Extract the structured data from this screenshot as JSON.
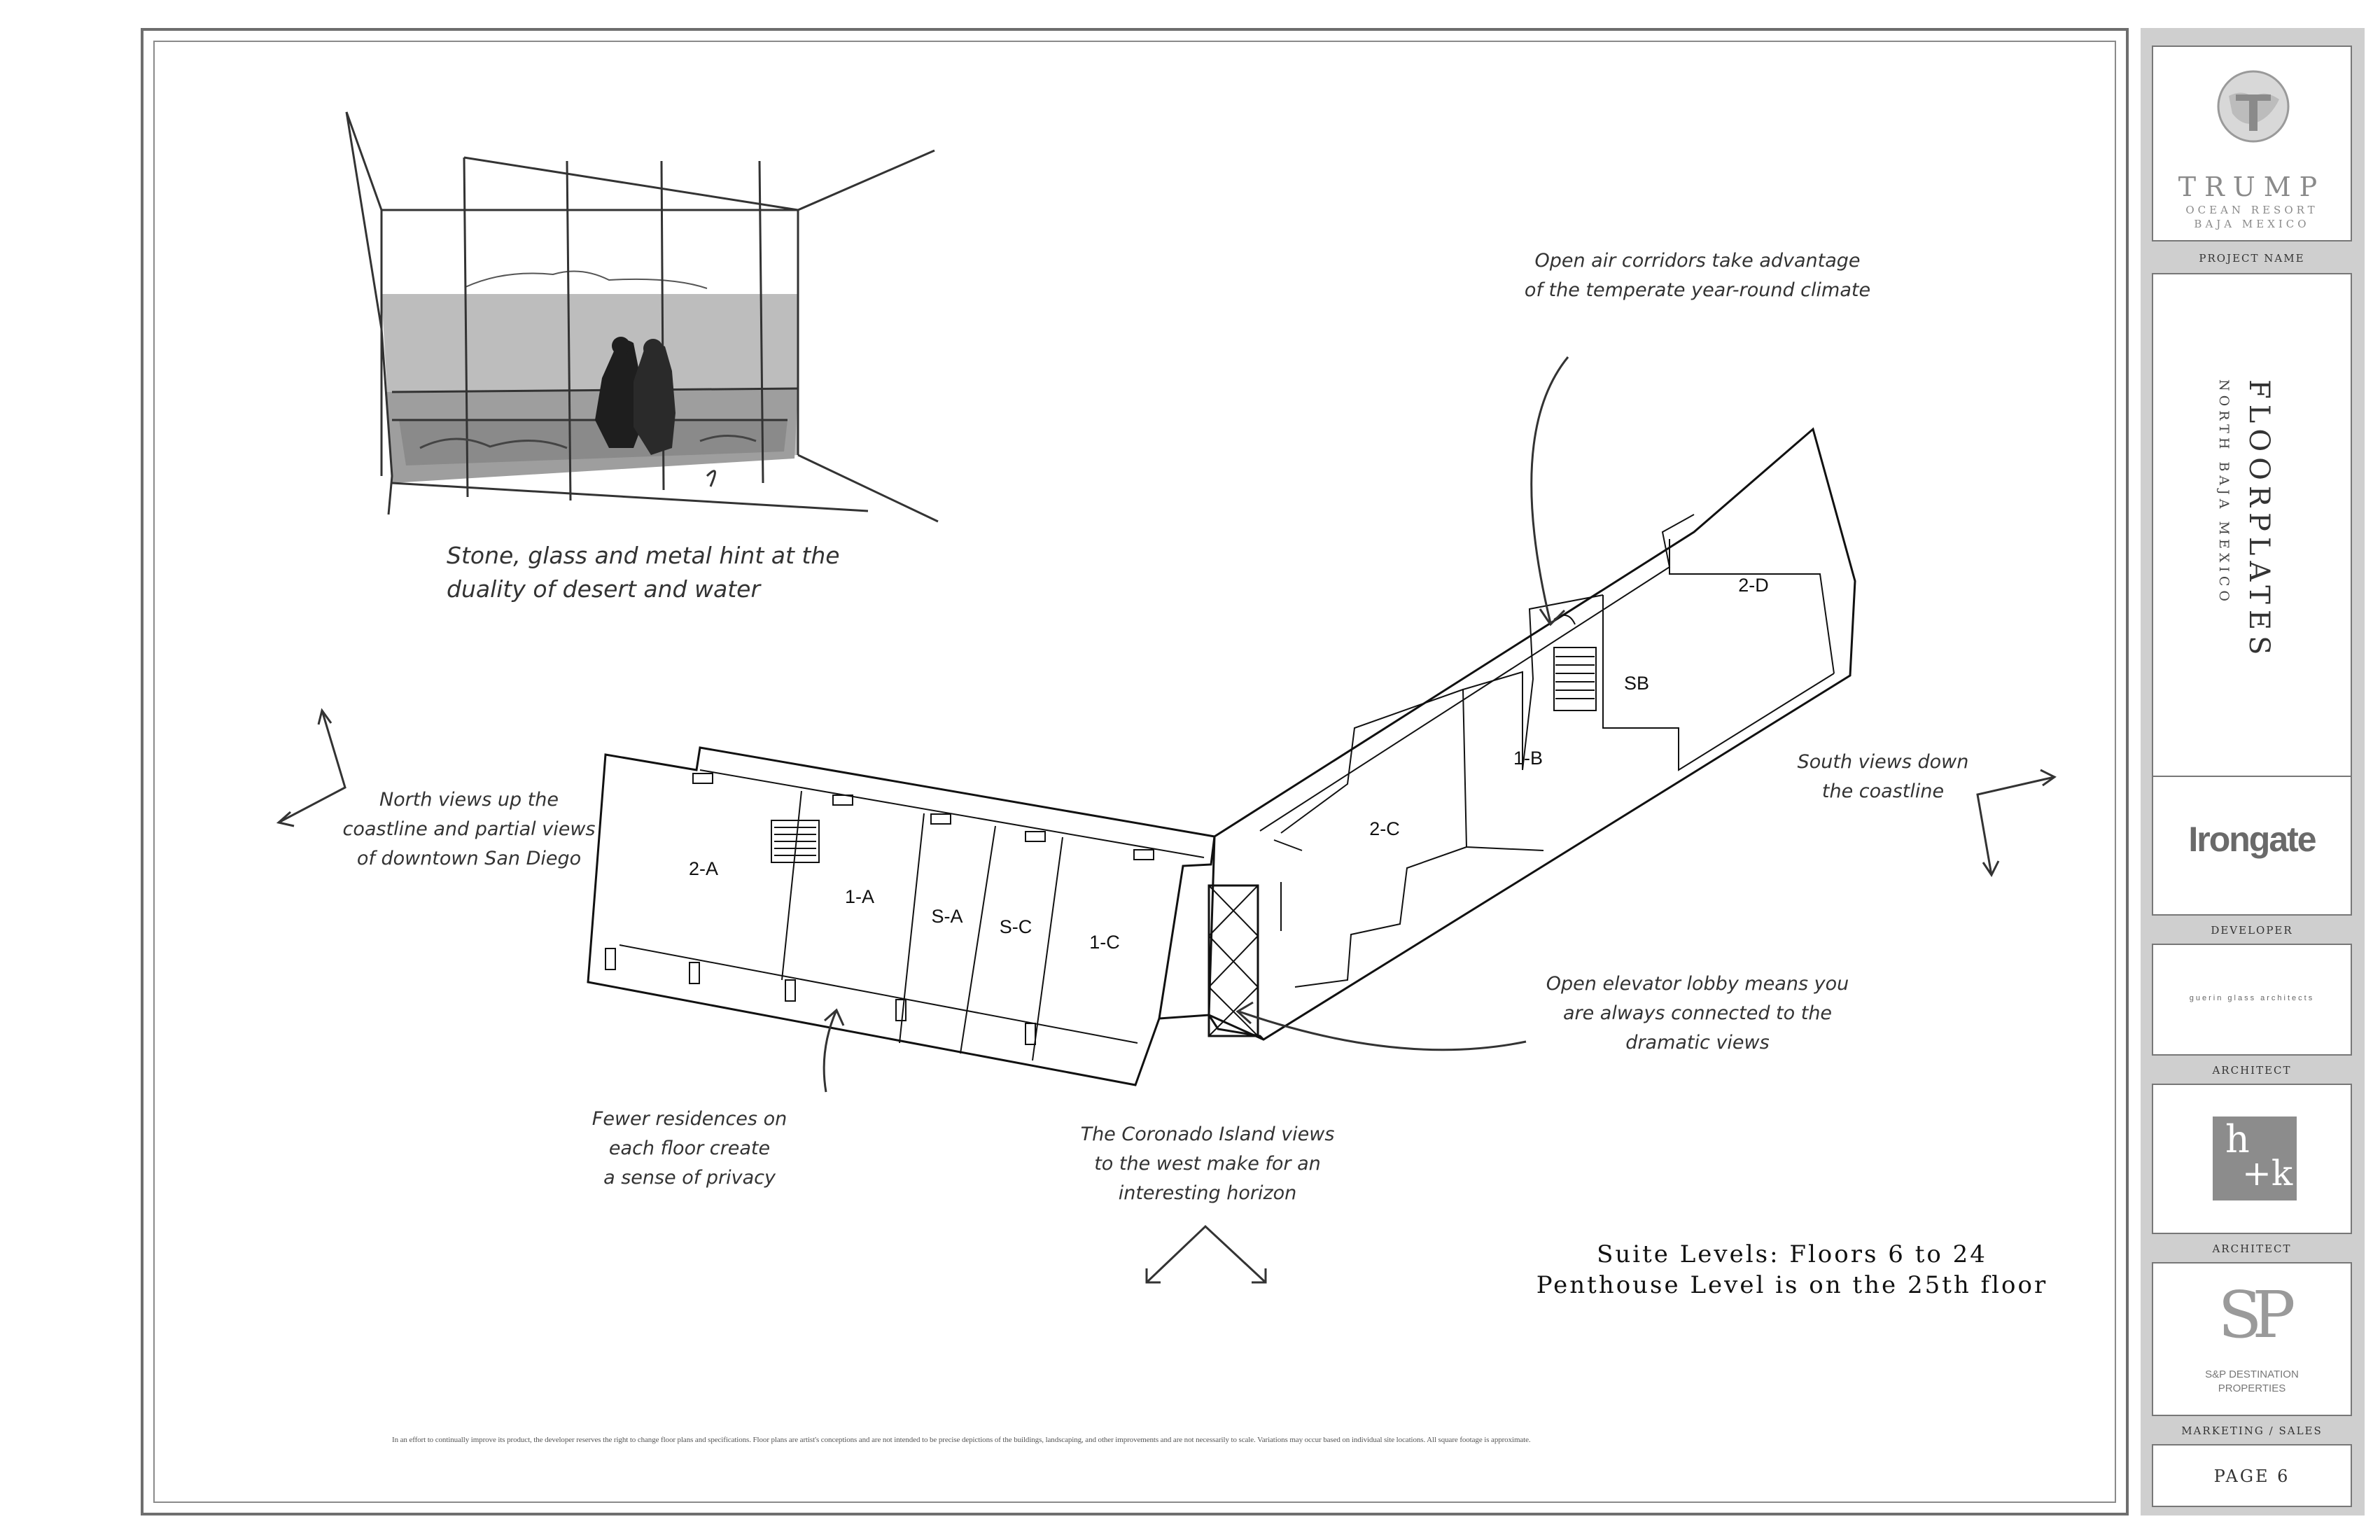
{
  "notes": {
    "sketch_caption": "Stone, glass and metal hint at the\nduality of desert and water",
    "open_air": "Open air corridors take advantage\nof the temperate year-round climate",
    "north_views": "North views up the\ncoastline and partial views\nof downtown San Diego",
    "south_views": "South views down\nthe coastline",
    "elevator": "Open elevator lobby means you\nare always connected to the\ndramatic views",
    "fewer": "Fewer residences on\neach floor create\na sense of privacy",
    "coronado": "The Coronado Island views\nto the west make for an\ninteresting horizon"
  },
  "units": {
    "u2a": "2-A",
    "u1a": "1-A",
    "usa": "S-A",
    "usc": "S-C",
    "u1c": "1-C",
    "u2c": "2-C",
    "u1b": "1-B",
    "usb": "SB",
    "u2d": "2-D"
  },
  "suite_levels": {
    "line1": "Suite Levels: Floors 6 to 24",
    "line2": "Penthouse Level is on the 25th floor"
  },
  "disclaimer": "In an effort to continually improve its product, the developer reserves the right to change floor plans and specifications. Floor plans are artist's conceptions and are not intended to be precise depictions of the buildings, landscaping, and other improvements and are not necessarily to scale. Variations may occur based on individual site locations. All square footage is approximate.",
  "titleblock": {
    "logo_word": "TRUMP",
    "logo_line1": "OCEAN RESORT",
    "logo_line2": "BAJA MEXICO",
    "project_name_label": "PROJECT NAME",
    "sheet_title": "FLOORPLATES",
    "sheet_subtitle": "NORTH BAJA MEXICO",
    "developer_name": "Irongate",
    "developer_label": "DEVELOPER",
    "architect1_name": "guerin glass architects",
    "architect1_label": "ARCHITECT",
    "architect2_mark_top": "h",
    "architect2_mark_bottom": "+k",
    "architect2_label": "ARCHITECT",
    "sales_mark": "SP",
    "sales_line1": "S&P DESTINATION",
    "sales_line2": "PROPERTIES",
    "sales_label": "MARKETING / SALES",
    "page": "PAGE 6"
  },
  "colors": {
    "border": "#6e6e6e",
    "titleblock_bg": "#cfcfcf",
    "ink": "#222222"
  }
}
